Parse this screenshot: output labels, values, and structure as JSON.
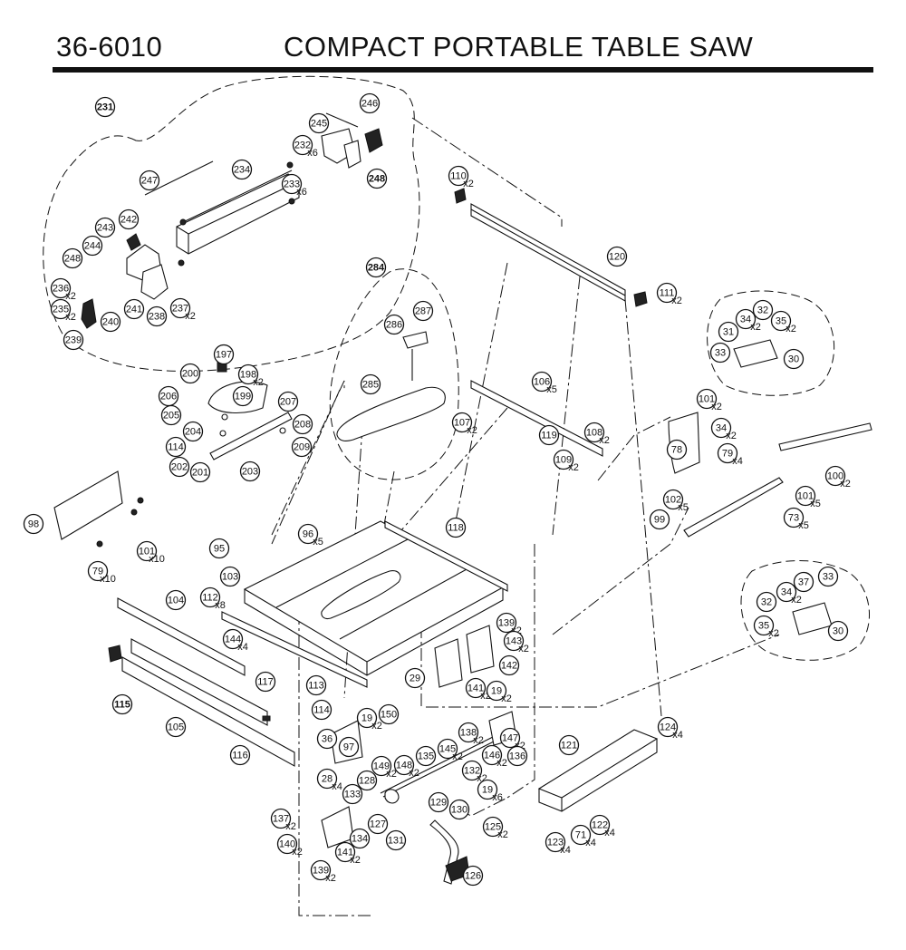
{
  "header": {
    "model_number": "36-6010",
    "title": "COMPACT PORTABLE TABLE SAW"
  },
  "callouts": [
    {
      "label": "231",
      "bold": true
    },
    {
      "label": "246"
    },
    {
      "label": "245"
    },
    {
      "label": "232",
      "qty": "x6"
    },
    {
      "label": "233",
      "qty": "x6"
    },
    {
      "label": "248",
      "bold": true
    },
    {
      "label": "247"
    },
    {
      "label": "234"
    },
    {
      "label": "242"
    },
    {
      "label": "243"
    },
    {
      "label": "244"
    },
    {
      "label": "248"
    },
    {
      "label": "236",
      "qty": "x2"
    },
    {
      "label": "235",
      "qty": "x2"
    },
    {
      "label": "239"
    },
    {
      "label": "240"
    },
    {
      "label": "241"
    },
    {
      "label": "238"
    },
    {
      "label": "237",
      "qty": "x2"
    },
    {
      "label": "110",
      "qty": "x2"
    },
    {
      "label": "120"
    },
    {
      "label": "111",
      "qty": "x2"
    },
    {
      "label": "284",
      "bold": true
    },
    {
      "label": "286"
    },
    {
      "label": "287"
    },
    {
      "label": "285"
    },
    {
      "label": "197"
    },
    {
      "label": "198",
      "qty": "x2"
    },
    {
      "label": "200"
    },
    {
      "label": "199"
    },
    {
      "label": "206"
    },
    {
      "label": "207"
    },
    {
      "label": "205"
    },
    {
      "label": "204"
    },
    {
      "label": "208"
    },
    {
      "label": "114"
    },
    {
      "label": "209"
    },
    {
      "label": "202"
    },
    {
      "label": "201"
    },
    {
      "label": "203"
    },
    {
      "label": "106",
      "qty": "x5"
    },
    {
      "label": "107",
      "qty": "x2"
    },
    {
      "label": "108",
      "qty": "x2"
    },
    {
      "label": "119"
    },
    {
      "label": "109",
      "qty": "x2"
    },
    {
      "label": "31"
    },
    {
      "label": "34",
      "qty": "x2"
    },
    {
      "label": "32"
    },
    {
      "label": "35",
      "qty": "x2"
    },
    {
      "label": "33"
    },
    {
      "label": "30"
    },
    {
      "label": "101",
      "qty": "x2"
    },
    {
      "label": "34",
      "qty": "x2"
    },
    {
      "label": "78"
    },
    {
      "label": "79",
      "qty": "x4"
    },
    {
      "label": "100",
      "qty": "x2"
    },
    {
      "label": "102",
      "qty": "x5"
    },
    {
      "label": "101",
      "qty": "x5"
    },
    {
      "label": "99"
    },
    {
      "label": "73",
      "qty": "x5"
    },
    {
      "label": "98"
    },
    {
      "label": "101",
      "qty": "x10"
    },
    {
      "label": "79",
      "qty": "x10"
    },
    {
      "label": "96",
      "qty": "x5"
    },
    {
      "label": "118"
    },
    {
      "label": "95"
    },
    {
      "label": "103"
    },
    {
      "label": "112",
      "qty": "x8"
    },
    {
      "label": "104"
    },
    {
      "label": "144",
      "qty": "x4"
    },
    {
      "label": "139",
      "qty": "x2"
    },
    {
      "label": "143",
      "qty": "x2"
    },
    {
      "label": "142"
    },
    {
      "label": "29"
    },
    {
      "label": "141",
      "qty": "x2"
    },
    {
      "label": "19",
      "qty": "x2"
    },
    {
      "label": "37"
    },
    {
      "label": "33"
    },
    {
      "label": "32"
    },
    {
      "label": "34",
      "qty": "x2"
    },
    {
      "label": "35",
      "qty": "x2"
    },
    {
      "label": "30"
    },
    {
      "label": "117"
    },
    {
      "label": "113"
    },
    {
      "label": "115",
      "bold": true
    },
    {
      "label": "114"
    },
    {
      "label": "19",
      "qty": "x2"
    },
    {
      "label": "150"
    },
    {
      "label": "105"
    },
    {
      "label": "36"
    },
    {
      "label": "97"
    },
    {
      "label": "138",
      "qty": "x2"
    },
    {
      "label": "145",
      "qty": "x2"
    },
    {
      "label": "147",
      "qty": "x2"
    },
    {
      "label": "136"
    },
    {
      "label": "121"
    },
    {
      "label": "124",
      "qty": "x4"
    },
    {
      "label": "116"
    },
    {
      "label": "135"
    },
    {
      "label": "146",
      "qty": "x2"
    },
    {
      "label": "28",
      "qty": "x4"
    },
    {
      "label": "149",
      "qty": "x2"
    },
    {
      "label": "148",
      "qty": "x2"
    },
    {
      "label": "132",
      "qty": "x2"
    },
    {
      "label": "128"
    },
    {
      "label": "19",
      "qty": "x6"
    },
    {
      "label": "133"
    },
    {
      "label": "129"
    },
    {
      "label": "130"
    },
    {
      "label": "137",
      "qty": "x2"
    },
    {
      "label": "127"
    },
    {
      "label": "134"
    },
    {
      "label": "131"
    },
    {
      "label": "125",
      "qty": "x2"
    },
    {
      "label": "122",
      "qty": "x4"
    },
    {
      "label": "123",
      "qty": "x4"
    },
    {
      "label": "71",
      "qty": "x4"
    },
    {
      "label": "140",
      "qty": "x2"
    },
    {
      "label": "141",
      "qty": "x2"
    },
    {
      "label": "139",
      "qty": "x2"
    },
    {
      "label": "126"
    }
  ]
}
